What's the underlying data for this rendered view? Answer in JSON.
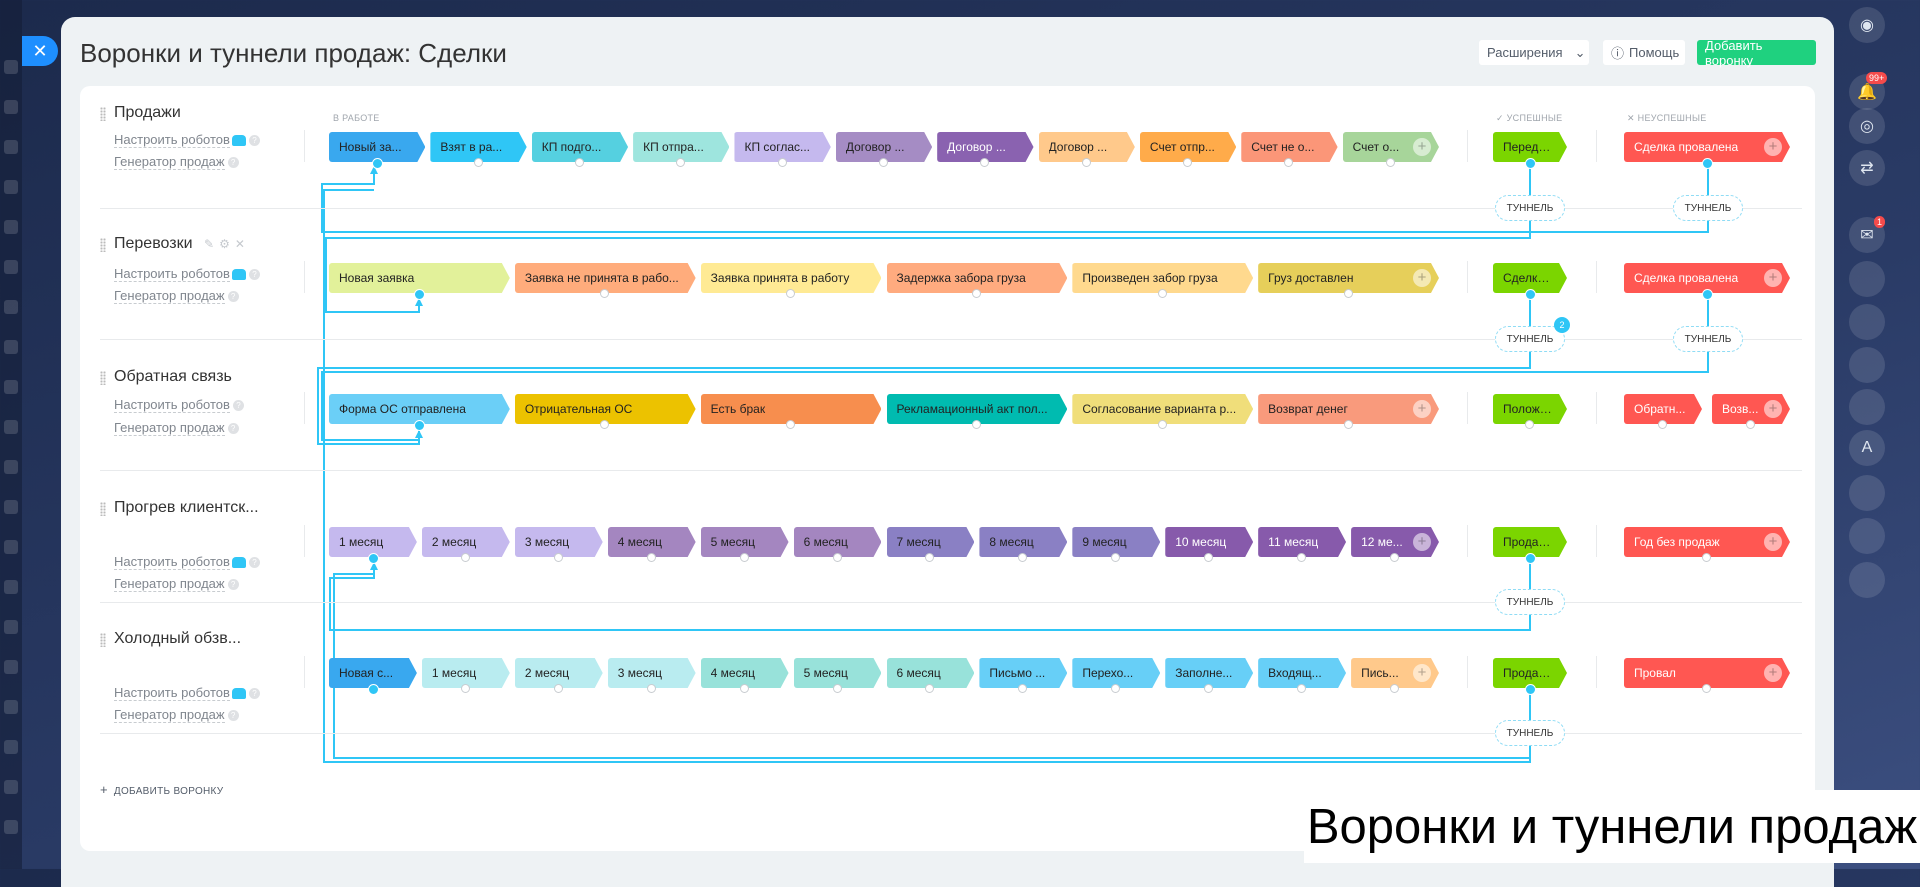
{
  "header": {
    "title": "Воронки и туннели продаж: Сделки",
    "extensions_label": "Расширения",
    "help_label": "Помощь",
    "add_funnel_label": "Добавить воронку",
    "close_icon": "close-icon"
  },
  "sections": {
    "in_work": "В РАБОТЕ",
    "success": "✓ УСПЕШНЫЕ",
    "fail": "✕ НЕУСПЕШНЫЕ"
  },
  "robots_label": "Настроить роботов",
  "generator_label": "Генератор продаж",
  "tunnel_label": "ТУННЕЛЬ",
  "add_funnel_bottom": "ДОБАВИТЬ ВОРОНКУ",
  "watermark": "Воронки и туннели продаж",
  "sidebar_badges": {
    "notifications": "99+",
    "chat": "1"
  },
  "funnels": [
    {
      "name": "Продажи",
      "stages": [
        {
          "label": "Новый за...",
          "color": "#39a8ef"
        },
        {
          "label": "Взят в ра...",
          "color": "#2fc6f6"
        },
        {
          "label": "КП подго...",
          "color": "#55d0e0"
        },
        {
          "label": "КП отпра...",
          "color": "#9ee5de"
        },
        {
          "label": "КП соглас...",
          "color": "#c5b9ee"
        },
        {
          "label": "Договор ...",
          "color": "#a58cc4"
        },
        {
          "label": "Договор ...",
          "color": "#8a62b0",
          "light": true
        },
        {
          "label": "Договор ...",
          "color": "#ffc98b"
        },
        {
          "label": "Счет отпр...",
          "color": "#ffab4a"
        },
        {
          "label": "Счет не о...",
          "color": "#fb9678"
        },
        {
          "label": "Счет о...",
          "color": "#a7d59a"
        }
      ],
      "success": [
        {
          "label": "Передан...",
          "color": "#7bd500"
        }
      ],
      "fail": [
        {
          "label": "Сделка провалена",
          "color": "#ff5752",
          "light": true
        }
      ],
      "tunnels": {
        "success": true,
        "fail": true
      }
    },
    {
      "name": "Перевозки",
      "stages": [
        {
          "label": "Новая заявка",
          "color": "#e2f19a"
        },
        {
          "label": "Заявка не принята в рабо...",
          "color": "#ffac7c"
        },
        {
          "label": "Заявка принята в работу",
          "color": "#ffea94"
        },
        {
          "label": "Задержка забора груза",
          "color": "#ffab7f"
        },
        {
          "label": "Произведен забор груза",
          "color": "#ffd98e"
        },
        {
          "label": "Груз доставлен",
          "color": "#e6cf5a"
        }
      ],
      "success": [
        {
          "label": "Сделка ...",
          "color": "#7bd500"
        }
      ],
      "fail": [
        {
          "label": "Сделка провалена",
          "color": "#ff5752",
          "light": true
        }
      ],
      "tunnels": {
        "success": true,
        "fail": true,
        "success_badge": "2"
      }
    },
    {
      "name": "Обратная связь",
      "stages": [
        {
          "label": "Форма ОС отправлена",
          "color": "#6bcff7"
        },
        {
          "label": "Отрицательная ОС",
          "color": "#ecc200"
        },
        {
          "label": "Есть брак",
          "color": "#f78e4e"
        },
        {
          "label": "Рекламационный акт пол...",
          "color": "#00bbb0"
        },
        {
          "label": "Согласование варианта р...",
          "color": "#f0de7a"
        },
        {
          "label": "Возврат денег",
          "color": "#f99a7c"
        }
      ],
      "success": [
        {
          "label": "Положи...",
          "color": "#7bd500"
        }
      ],
      "fail": [
        {
          "label": "Обратн...",
          "color": "#ff5752",
          "light": true
        },
        {
          "label": "Возв...",
          "color": "#ff5752",
          "light": true
        }
      ],
      "tunnels": {}
    },
    {
      "name": "Прогрев клиентск...",
      "stages": [
        {
          "label": "1 месяц",
          "color": "#c5b9ee"
        },
        {
          "label": "2 месяц",
          "color": "#c5b9ee"
        },
        {
          "label": "3 месяц",
          "color": "#c5b9ee"
        },
        {
          "label": "4 месяц",
          "color": "#a486c0"
        },
        {
          "label": "5 месяц",
          "color": "#a486c0"
        },
        {
          "label": "6 месяц",
          "color": "#a486c0"
        },
        {
          "label": "7 месяц",
          "color": "#8a80c4"
        },
        {
          "label": "8 месяц",
          "color": "#8a80c4"
        },
        {
          "label": "9 месяц",
          "color": "#8a80c4"
        },
        {
          "label": "10 месяц",
          "color": "#875aab",
          "light": true
        },
        {
          "label": "11 месяц",
          "color": "#875aab",
          "light": true
        },
        {
          "label": "12 ме...",
          "color": "#875aab",
          "light": true
        }
      ],
      "success": [
        {
          "label": "Продажа",
          "color": "#7bd500"
        }
      ],
      "fail": [
        {
          "label": "Год без продаж",
          "color": "#ff5752",
          "light": true
        }
      ],
      "tunnels": {
        "success": true
      }
    },
    {
      "name": "Холодный обзв...",
      "stages": [
        {
          "label": "Новая с...",
          "color": "#39a8ef"
        },
        {
          "label": "1 месяц",
          "color": "#b9ecf0"
        },
        {
          "label": "2 месяц",
          "color": "#b9ecf0"
        },
        {
          "label": "3 месяц",
          "color": "#b9ecf0"
        },
        {
          "label": "4 месяц",
          "color": "#98e2da"
        },
        {
          "label": "5 месяц",
          "color": "#98e2da"
        },
        {
          "label": "6 месяц",
          "color": "#98e2da"
        },
        {
          "label": "Письмо ...",
          "color": "#67cff7"
        },
        {
          "label": "Перехо...",
          "color": "#67cff7"
        },
        {
          "label": "Заполне...",
          "color": "#67cff7"
        },
        {
          "label": "Входящ...",
          "color": "#67cff7"
        },
        {
          "label": "Пись...",
          "color": "#ffc98b"
        }
      ],
      "success": [
        {
          "label": "Продажа",
          "color": "#7bd500"
        }
      ],
      "fail": [
        {
          "label": "Провал",
          "color": "#ff5752",
          "light": true
        }
      ],
      "tunnels": {
        "success": true
      }
    }
  ]
}
